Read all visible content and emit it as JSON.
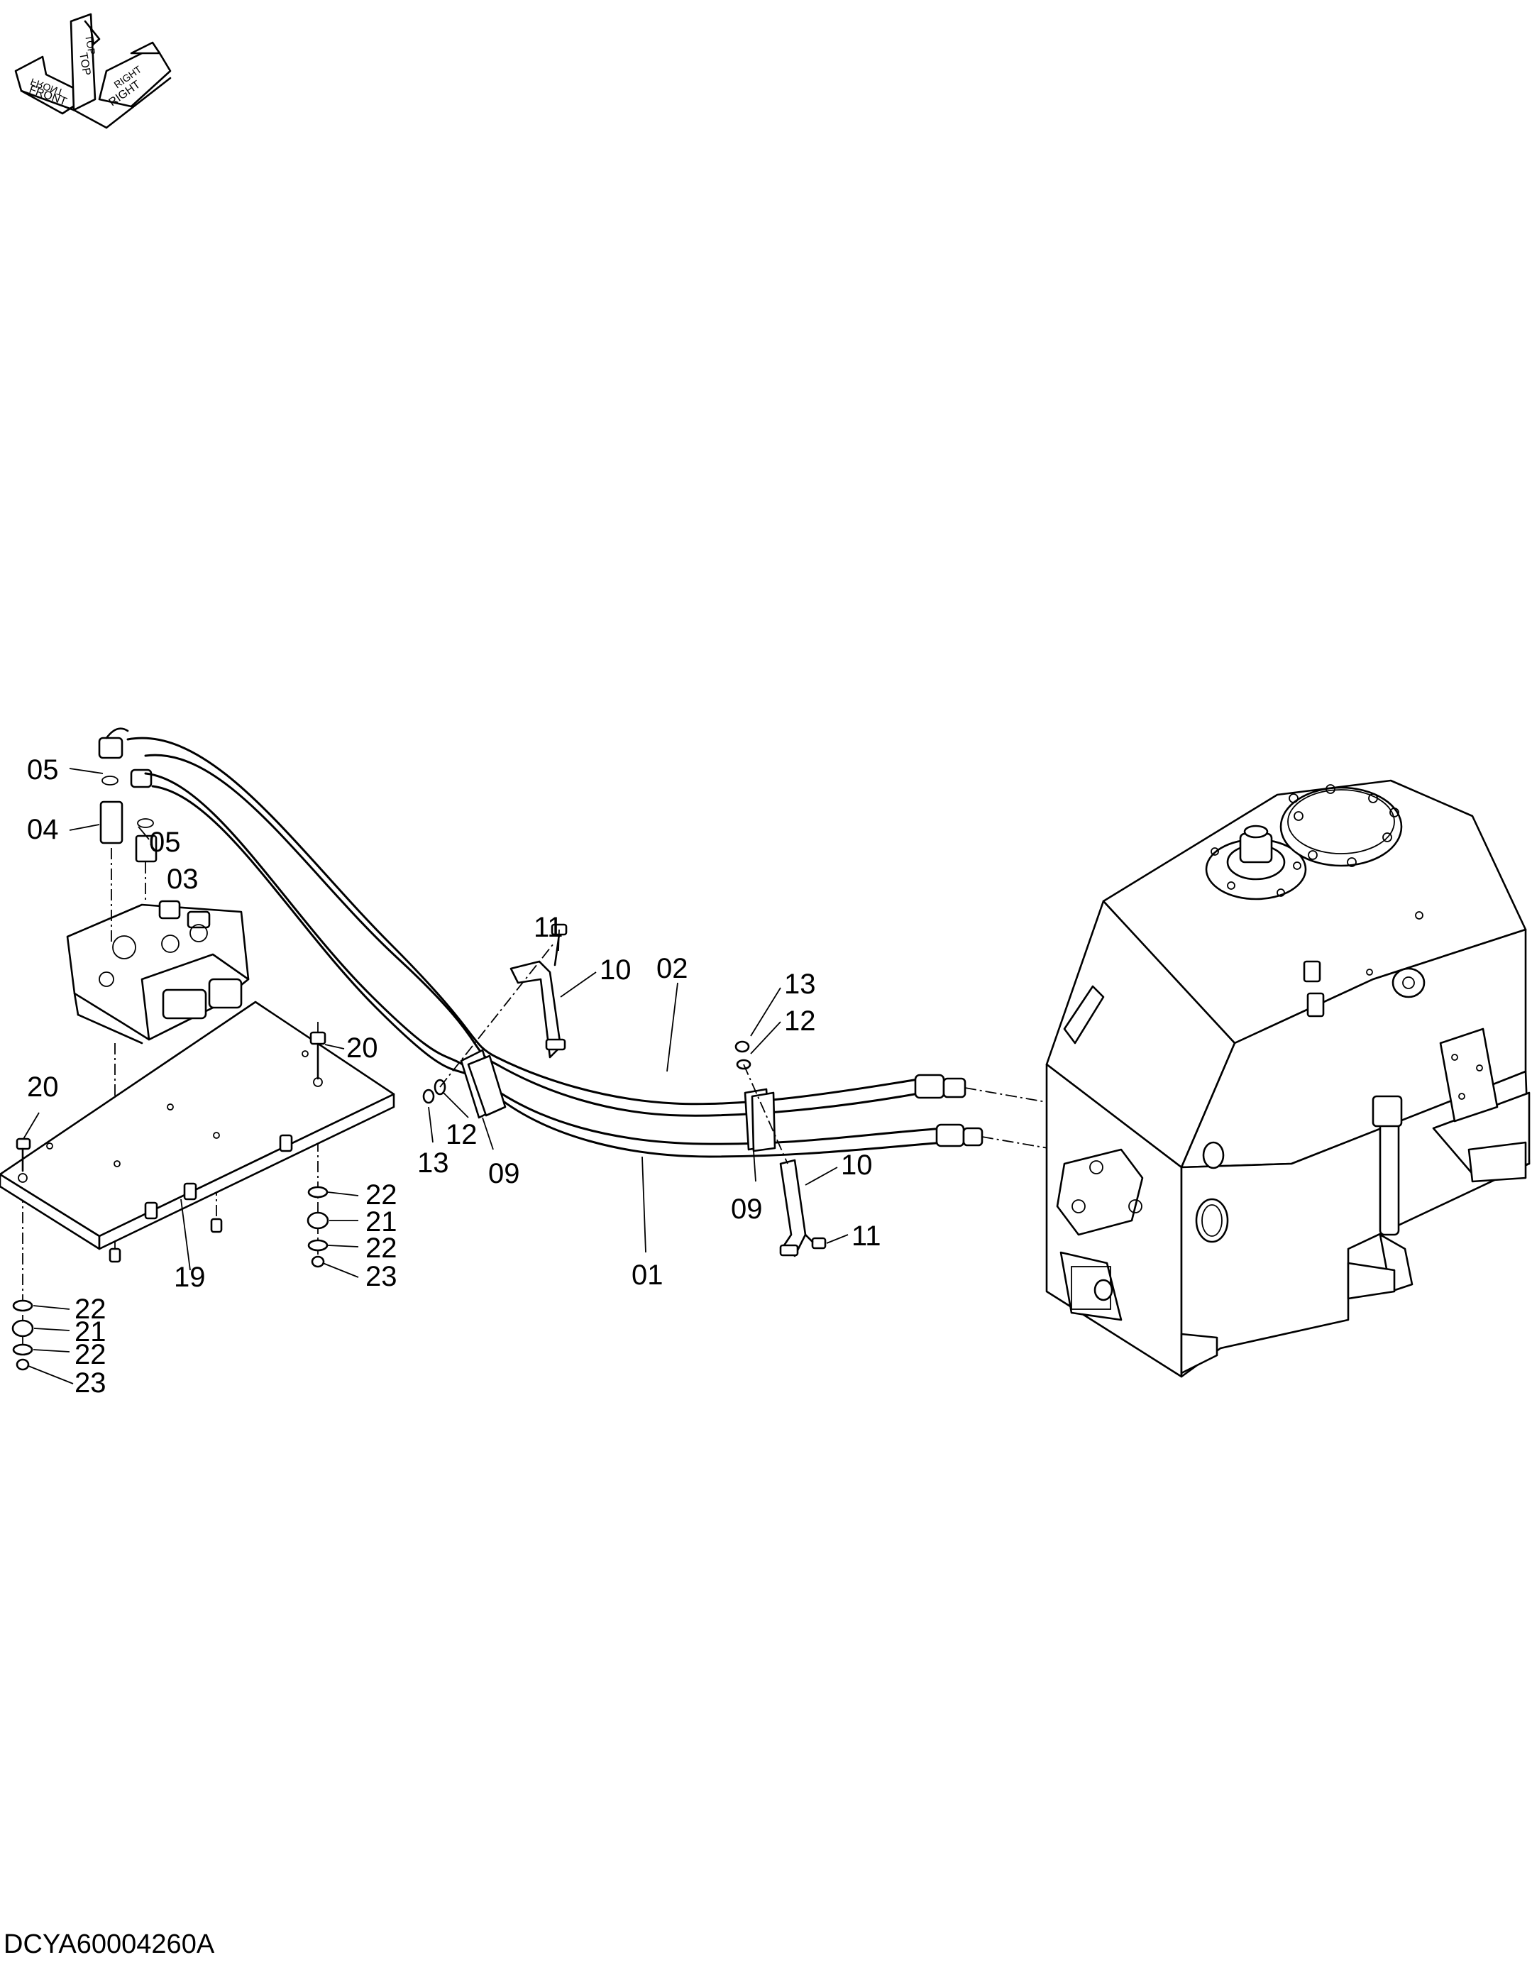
{
  "orientation_icon": {
    "labels": [
      "FRONT",
      "TOP",
      "RIGHT",
      "FRONT",
      "TOP",
      "RIGHT"
    ]
  },
  "callouts": [
    {
      "id": "c05a",
      "text": "05"
    },
    {
      "id": "c04",
      "text": "04"
    },
    {
      "id": "c05b",
      "text": "05"
    },
    {
      "id": "c03",
      "text": "03"
    },
    {
      "id": "c11a",
      "text": "11"
    },
    {
      "id": "c10a",
      "text": "10"
    },
    {
      "id": "c02",
      "text": "02"
    },
    {
      "id": "c13a",
      "text": "13"
    },
    {
      "id": "c12a",
      "text": "12"
    },
    {
      "id": "c20a",
      "text": "20"
    },
    {
      "id": "c20b",
      "text": "20"
    },
    {
      "id": "c12b",
      "text": "12"
    },
    {
      "id": "c13b",
      "text": "13"
    },
    {
      "id": "c09a",
      "text": "09"
    },
    {
      "id": "c10b",
      "text": "10"
    },
    {
      "id": "c09b",
      "text": "09"
    },
    {
      "id": "c11b",
      "text": "11"
    },
    {
      "id": "c01",
      "text": "01"
    },
    {
      "id": "c19",
      "text": "19"
    },
    {
      "id": "c22a",
      "text": "22"
    },
    {
      "id": "c21a",
      "text": "21"
    },
    {
      "id": "c22b",
      "text": "22"
    },
    {
      "id": "c23a",
      "text": "23"
    },
    {
      "id": "c22c",
      "text": "22"
    },
    {
      "id": "c21b",
      "text": "21"
    },
    {
      "id": "c22d",
      "text": "22"
    },
    {
      "id": "c23b",
      "text": "23"
    }
  ],
  "drawing_code": "DCYA60004260A"
}
